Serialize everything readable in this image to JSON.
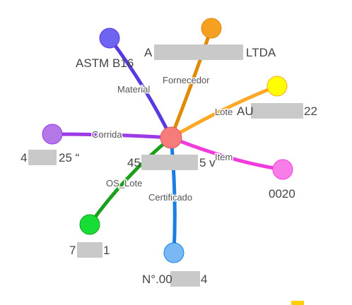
{
  "center": {
    "color": "#f87b7b",
    "label_prefix": "45",
    "label_suffix": "5 v"
  },
  "edges": [
    {
      "id": "material",
      "label": "Material",
      "color": "#5a3ae0",
      "node_color": "#6f63f2",
      "node_label_prefix": "ASTM B16",
      "node_label_suffix": ""
    },
    {
      "id": "fornecedor",
      "label": "Fornecedor",
      "color": "#e08a0a",
      "node_color": "#f5a021",
      "node_label_prefix": "A",
      "node_label_suffix": "LTDA"
    },
    {
      "id": "lote",
      "label": "Lote",
      "color": "#ffa726",
      "node_color": "#ffff00",
      "node_label_prefix": "AU",
      "node_label_suffix": "22"
    },
    {
      "id": "corrida",
      "label": "Corrida",
      "color": "#9b3ae6",
      "node_color": "#b377e8",
      "node_label_prefix": "4",
      "node_label_suffix": "25 “"
    },
    {
      "id": "item",
      "label": "Item",
      "color": "#f03cdc",
      "node_color": "#f87de8",
      "node_label_prefix": "0020",
      "node_label_suffix": ""
    },
    {
      "id": "os_lote",
      "label": "OS_Lote",
      "color": "#1aa01a",
      "node_color": "#18dd34",
      "node_label_prefix": "7",
      "node_label_suffix": "1"
    },
    {
      "id": "certificado",
      "label": "Certificado",
      "color": "#1a7fe0",
      "node_color": "#7ab8f5",
      "node_label_prefix": "N°.00",
      "node_label_suffix": "4"
    }
  ],
  "highlight_color": "#ffd000"
}
